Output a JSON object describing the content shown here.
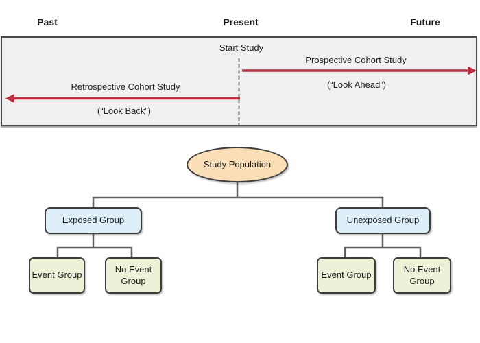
{
  "timeline": {
    "past_label": "Past",
    "present_label": "Present",
    "future_label": "Future",
    "start_study_label": "Start Study",
    "prospective": {
      "label": "Prospective Cohort Study",
      "sublabel": "(“Look Ahead”)"
    },
    "retrospective": {
      "label": "Retrospective Cohort Study",
      "sublabel": "(“Look Back”)"
    }
  },
  "tree": {
    "root_label": "Study Population",
    "branches": [
      {
        "label": "Exposed Group",
        "children": [
          {
            "label": "Event Group"
          },
          {
            "label": "No Event Group"
          }
        ]
      },
      {
        "label": "Unexposed Group",
        "children": [
          {
            "label": "Event Group"
          },
          {
            "label": "No Event Group"
          }
        ]
      }
    ]
  },
  "colors": {
    "arrow_red": "#b82e3f",
    "timeline_box_bg": "#f0f0f0",
    "timeline_box_border": "#4a4a4a",
    "dashed_line": "#666666",
    "connector": "#606060",
    "ellipse_fill": "#fadeb8",
    "exposed_box_fill": "#ddeef9",
    "event_box_fill": "#eef0d8",
    "shape_border": "#3d3d3d",
    "text": "#1c1c1c"
  }
}
